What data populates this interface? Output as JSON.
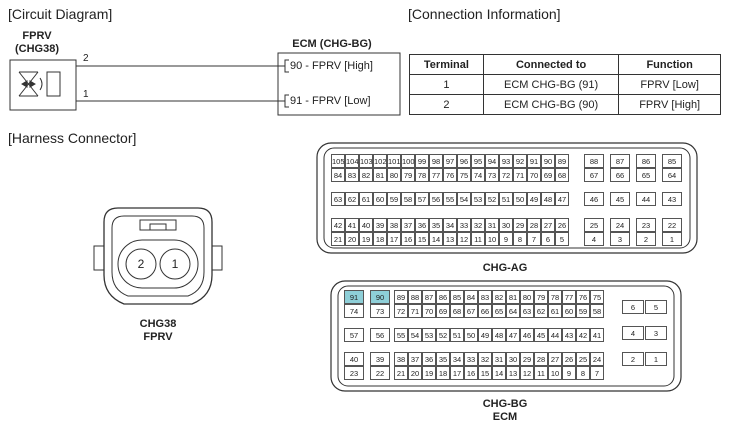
{
  "sections": {
    "circuit_diagram": "[Circuit Diagram]",
    "connection_information": "[Connection Information]",
    "harness_connector": "[Harness Connector]"
  },
  "circuit": {
    "component_name": "FPRV",
    "component_connector": "(CHG38)",
    "ecm_title": "ECM (CHG-BG)",
    "pin_top": "2",
    "pin_bottom": "1",
    "ecm_pin_high": "90 - FPRV [High]",
    "ecm_pin_low": "91 - FPRV [Low]"
  },
  "connection_table": {
    "headers": [
      "Terminal",
      "Connected to",
      "Function"
    ],
    "rows": [
      [
        "1",
        "ECM CHG-BG (91)",
        "FPRV [Low]"
      ],
      [
        "2",
        "ECM CHG-BG (90)",
        "FPRV [High]"
      ]
    ]
  },
  "harness": {
    "chg38_pins": [
      "2",
      "1"
    ],
    "chg38_label_line1": "CHG38",
    "chg38_label_line2": "FPRV",
    "ag_label": "CHG-AG",
    "bg_label_line1": "CHG-BG",
    "bg_label_line2": "ECM"
  },
  "chg_ag": {
    "rows": [
      [
        "105",
        "104",
        "103",
        "102",
        "101",
        "100",
        "99",
        "98",
        "97",
        "96",
        "95",
        "94",
        "93",
        "92",
        "91",
        "90",
        "89"
      ],
      [
        "84",
        "83",
        "82",
        "81",
        "80",
        "79",
        "78",
        "77",
        "76",
        "75",
        "74",
        "73",
        "72",
        "71",
        "70",
        "69",
        "68"
      ],
      [
        "63",
        "62",
        "61",
        "60",
        "59",
        "58",
        "57",
        "56",
        "55",
        "54",
        "53",
        "52",
        "51",
        "50",
        "49",
        "48",
        "47"
      ],
      [
        "42",
        "41",
        "40",
        "39",
        "38",
        "37",
        "36",
        "35",
        "34",
        "33",
        "32",
        "31",
        "30",
        "29",
        "28",
        "27",
        "26"
      ],
      [
        "21",
        "20",
        "19",
        "18",
        "17",
        "16",
        "15",
        "14",
        "13",
        "12",
        "11",
        "10",
        "9",
        "8",
        "7",
        "6",
        "5"
      ]
    ],
    "side_cols": [
      [
        "88",
        "87",
        "86",
        "85"
      ],
      [
        "67",
        "66",
        "65",
        "64"
      ],
      [
        "46",
        "45",
        "44",
        "43"
      ],
      [
        "25",
        "24",
        "23",
        "22"
      ],
      [
        "4",
        "3",
        "2",
        "1"
      ]
    ]
  },
  "chg_bg": {
    "top_left": [
      [
        "91",
        "90"
      ],
      [
        "74",
        "73"
      ],
      [
        "57",
        "56"
      ],
      [
        "40",
        "39"
      ],
      [
        "23",
        "22"
      ]
    ],
    "main_rows": [
      [
        "89",
        "88",
        "87",
        "86",
        "85",
        "84",
        "83",
        "82",
        "81",
        "80",
        "79",
        "78",
        "77",
        "76",
        "75"
      ],
      [
        "72",
        "71",
        "70",
        "69",
        "68",
        "67",
        "66",
        "65",
        "64",
        "63",
        "62",
        "61",
        "60",
        "59",
        "58"
      ],
      [
        "55",
        "54",
        "53",
        "52",
        "51",
        "50",
        "49",
        "48",
        "47",
        "46",
        "45",
        "44",
        "43",
        "42",
        "41"
      ],
      [
        "38",
        "37",
        "36",
        "35",
        "34",
        "33",
        "32",
        "31",
        "30",
        "29",
        "28",
        "27",
        "26",
        "25",
        "24"
      ],
      [
        "21",
        "20",
        "19",
        "18",
        "17",
        "16",
        "15",
        "14",
        "13",
        "12",
        "11",
        "10",
        "9",
        "8",
        "7"
      ]
    ],
    "right_pairs": [
      [
        "6",
        "5"
      ],
      [
        "4",
        "3"
      ],
      [
        "2",
        "1"
      ]
    ],
    "highlighted": [
      "91",
      "90"
    ]
  }
}
